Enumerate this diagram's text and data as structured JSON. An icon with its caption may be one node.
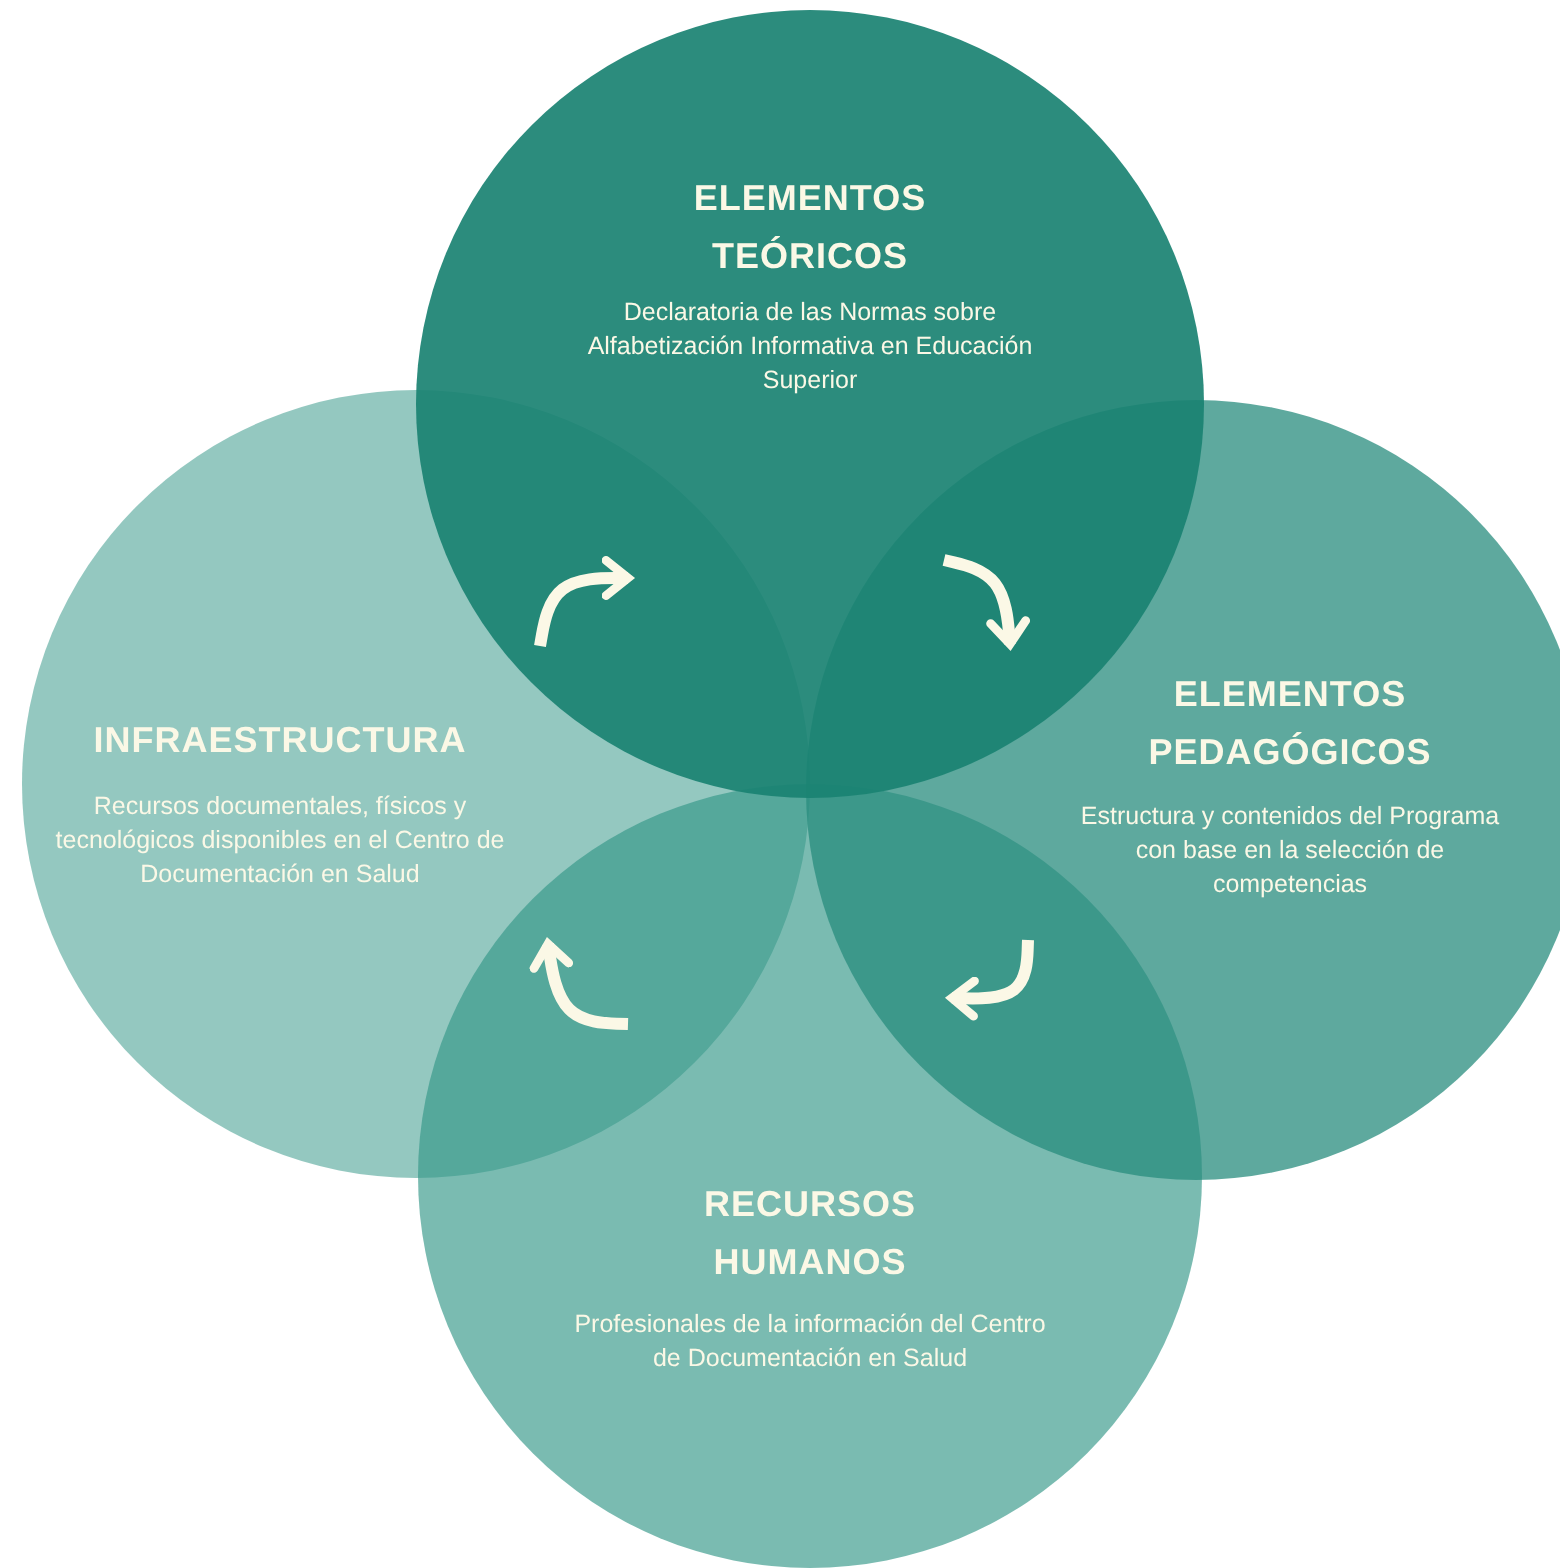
{
  "diagram": {
    "nodes": [
      {
        "text": [
          "ELEMENTOS TEÓRICOS",
          "Declaratoria de las Normas sobre Alfabetización Informativa en Educación Superior"
        ]
      },
      {
        "text": [
          "ELEMENTOS PEDAGÓGICOS",
          "Estructura y contenidos del Programa con base en la selección de competencias"
        ]
      },
      {
        "text": [
          "RECURSOS HUMANOS",
          "Profesionales de la información del Centro de Documentación en Salud"
        ]
      },
      {
        "text": [
          "INFRAESTRUCTURA",
          "Recursos documentales, físicos y tecnológicos disponibles en el Centro de Documentación en Salud"
        ]
      }
    ],
    "edges": [
      {
        "from": 3,
        "to": 0,
        "arrow": "to"
      },
      {
        "from": 0,
        "to": 1,
        "arrow": "to"
      },
      {
        "from": 1,
        "to": 2,
        "arrow": "to"
      },
      {
        "from": 2,
        "to": 3,
        "arrow": "to"
      }
    ]
  }
}
